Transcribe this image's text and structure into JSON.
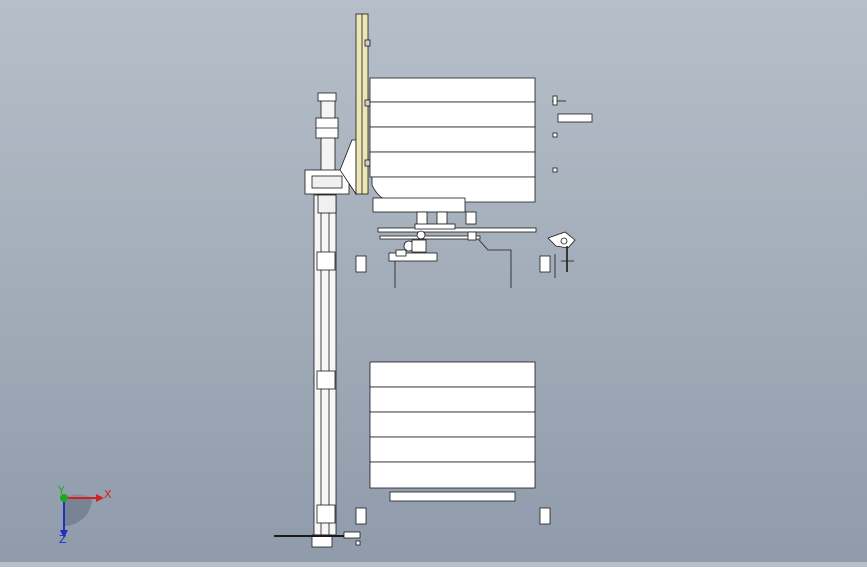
{
  "viewport": {
    "background_top": "#b6bfc9",
    "background_bottom": "#8f9bab",
    "part_fill": "#ffffff",
    "part_stroke": "#1a1a1a",
    "highlight_fill": "#ece7b4"
  },
  "triad": {
    "x_label": "X",
    "y_label": "Y",
    "z_label": "Z",
    "x_color": "#d42020",
    "y_color": "#1fa81f",
    "z_color": "#2030c0"
  }
}
